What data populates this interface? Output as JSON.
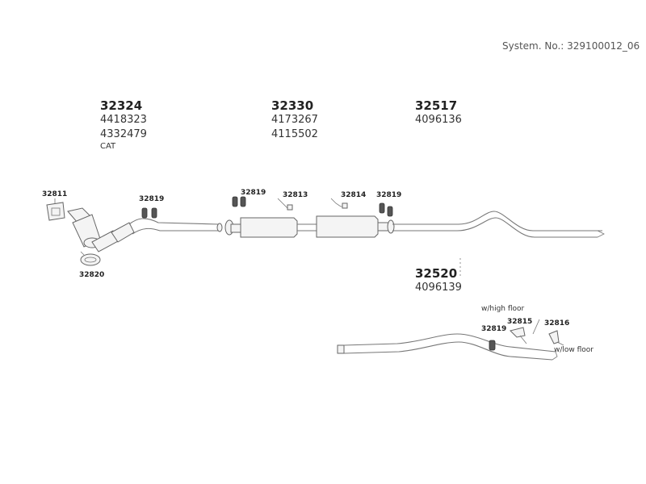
{
  "header": {
    "system_label": "System. No.: 329100012_06"
  },
  "groups": [
    {
      "part": "32324",
      "oe_numbers": [
        "4418323",
        "4332479"
      ],
      "note": "CAT"
    },
    {
      "part": "32330",
      "oe_numbers": [
        "4173267",
        "4115502"
      ]
    },
    {
      "part": "32517",
      "oe_numbers": [
        "4096136"
      ]
    },
    {
      "part": "32520",
      "oe_numbers": [
        "4096139"
      ]
    }
  ],
  "callouts": {
    "c32811": "32811",
    "c32819a": "32819",
    "c32820": "32820",
    "c32819b": "32819",
    "c32813": "32813",
    "c32814": "32814",
    "c32819c": "32819",
    "c32819d": "32819",
    "c32815": "32815",
    "c32816": "32816"
  },
  "notes": {
    "high_floor": "w/high floor",
    "low_floor": "w/low floor"
  }
}
